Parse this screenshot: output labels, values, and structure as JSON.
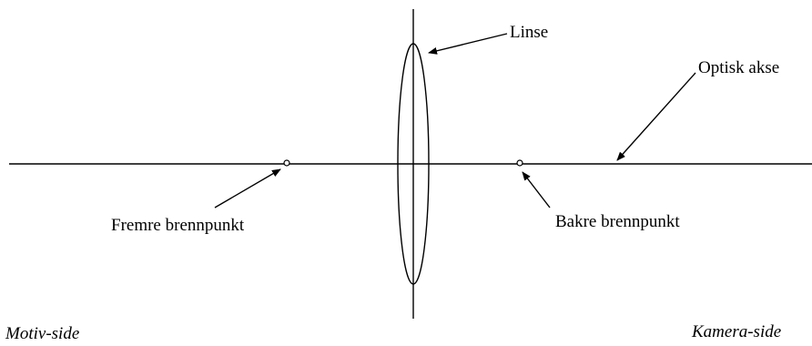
{
  "labels": {
    "lens": "Linse",
    "optical_axis": "Optisk akse",
    "front_focal_point": "Fremre brennpunkt",
    "rear_focal_point": "Bakre brennpunkt",
    "subject_side": "Motiv-side",
    "camera_side": "Kamera-side"
  },
  "colors": {
    "stroke": "#000000",
    "background": "#ffffff"
  }
}
